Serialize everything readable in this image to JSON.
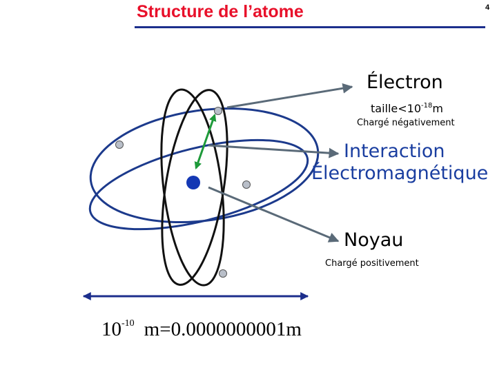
{
  "slide": {
    "title": "Structure de l’atome",
    "page_number": "4"
  },
  "labels": {
    "electron": "Électron",
    "electron_size_prefix": "taille<10",
    "electron_size_exponent": "-18",
    "electron_size_unit": "m",
    "electron_charge": "Chargé négativement",
    "interaction_line1": "Interaction",
    "interaction_line2": "Électromagnétique",
    "nucleus": "Noyau",
    "nucleus_charge": "Chargé positivement"
  },
  "scale": {
    "base": "10",
    "exponent": "-10",
    "value": "m=0.0000000001m"
  },
  "colors": {
    "title": "#e8102a",
    "title_rule": "#1c2e8c",
    "blue_orbit": "#1c3a8c",
    "black_orbit": "#111111",
    "nucleus": "#1438b4",
    "electron": "#b9bfc9",
    "pointer": "#5a6a78",
    "interaction_arrow": "#1e9a3a",
    "interaction_text": "#1a3ea0"
  }
}
